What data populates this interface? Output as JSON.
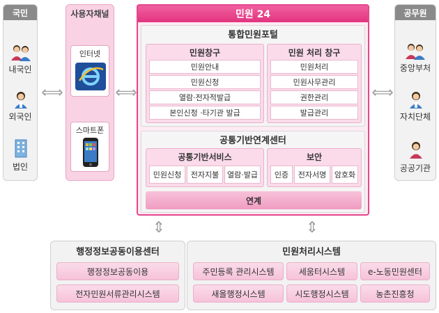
{
  "left_panel": {
    "title": "국민",
    "items": [
      "내국인",
      "외국인",
      "법인"
    ]
  },
  "user_channel": {
    "title": "사용자채널",
    "items": [
      "인터넷",
      "스마트폰"
    ]
  },
  "main": {
    "title": "민원 24",
    "portal": {
      "title": "통합민원포털",
      "window1": {
        "title": "민원창구",
        "items": [
          "민원안내",
          "민원신청",
          "열람·전자적발급",
          "본인신청 ·타기관 발급"
        ]
      },
      "window2": {
        "title": "민원 처리 창구",
        "items": [
          "민원처리",
          "민원사무관리",
          "권한관리",
          "발급관리"
        ]
      }
    },
    "infra": {
      "title": "공통기반연계센터",
      "service": {
        "title": "공통기반서비스",
        "items": [
          "민원신청",
          "전자지불",
          "열람·발급"
        ]
      },
      "security": {
        "title": "보안",
        "items": [
          "인증",
          "전자서명",
          "암호화"
        ]
      },
      "link": "연계"
    }
  },
  "right_panel": {
    "title": "공무원",
    "items": [
      "중앙부처",
      "자치단체",
      "공공기관"
    ]
  },
  "bottom_left": {
    "title": "행정정보공동이용센터",
    "items": [
      "행정정보공동이용",
      "전자민원서류관리시스템"
    ]
  },
  "bottom_right": {
    "title": "민원처리시스템",
    "items": [
      "주민등록 관리시스템",
      "세움터시스템",
      "e-노동민원센터",
      "새올행정시스템",
      "시도행정시스템",
      "농촌진흥청"
    ]
  }
}
